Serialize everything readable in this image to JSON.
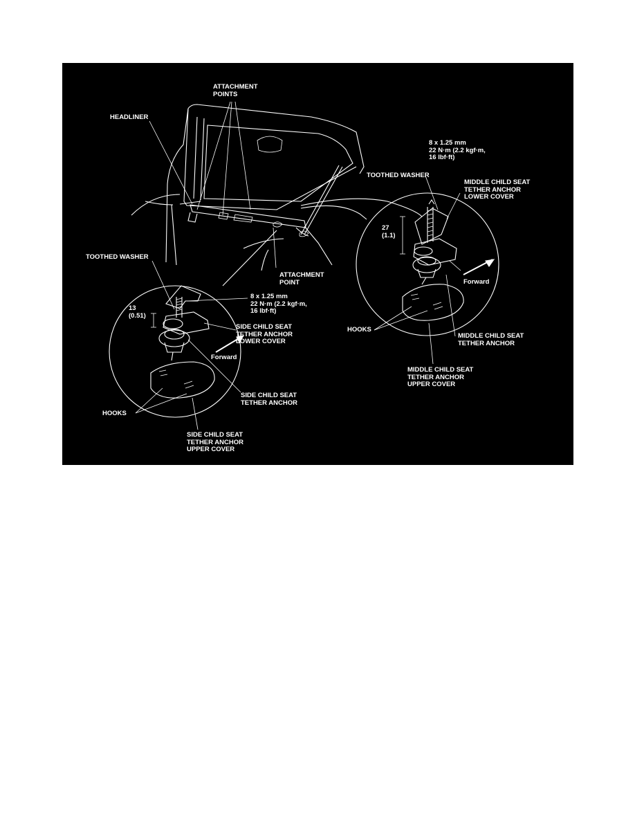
{
  "labels": {
    "attachment_points": "ATTACHMENT\nPOINTS",
    "headliner": "HEADLINER",
    "toothed_washer_right": "TOOTHED WASHER",
    "spec_right": "8 x 1.25 mm\n22 N·m (2.2 kgf·m,\n16 lbf·ft)",
    "middle_lower_cover": "MIDDLE CHILD SEAT\nTETHER ANCHOR\nLOWER COVER",
    "dim_right": "27\n(1.1)",
    "forward_right": "Forward",
    "toothed_washer_left": "TOOTHED WASHER",
    "attachment_point": "ATTACHMENT\nPOINT",
    "spec_left": "8 x 1.25 mm\n22 N·m (2.2 kgf·m,\n16 lbf·ft)",
    "dim_left": "13\n(0.51)",
    "side_lower_cover": "SIDE CHILD SEAT\nTETHER ANCHOR\nLOWER COVER",
    "hooks_right": "HOOKS",
    "middle_anchor": "MIDDLE CHILD SEAT\nTETHER ANCHOR",
    "forward_left": "Forward",
    "middle_upper_cover": "MIDDLE CHILD SEAT\nTETHER ANCHOR\nUPPER COVER",
    "side_anchor": "SIDE CHILD SEAT\nTETHER ANCHOR",
    "hooks_left": "HOOKS",
    "side_upper_cover": "SIDE CHILD SEAT\nTETHER ANCHOR\nUPPER COVER"
  },
  "colors": {
    "background": "#000000",
    "ink": "#ffffff",
    "page": "#ffffff"
  }
}
